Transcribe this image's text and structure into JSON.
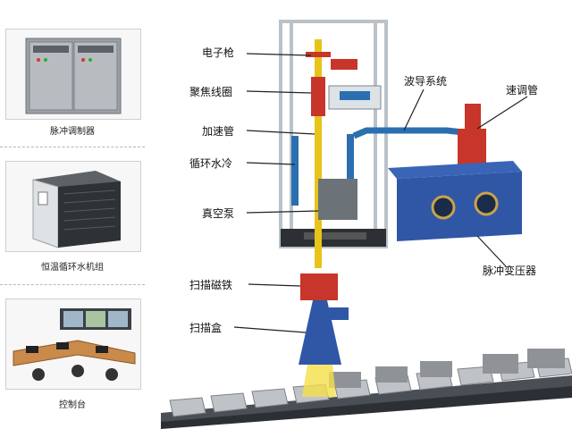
{
  "side_panels": [
    {
      "caption": "脉冲调制器"
    },
    {
      "caption": "恒温循环水机组"
    },
    {
      "caption": "控制台"
    }
  ],
  "callouts": {
    "electron_gun": "电子枪",
    "focus_coil": "聚焦线圈",
    "accelerator_tube": "加速管",
    "cooling_circulation": "循环水冷",
    "vacuum_pump": "真空泵",
    "scan_magnet": "扫描磁铁",
    "scan_box": "扫描盒",
    "waveguide_system": "波导系统",
    "klystron": "速调管",
    "pulse_transformer": "脉冲变压器"
  },
  "colors": {
    "cabinet_frame": "#b9c2c8",
    "accelerator": "#e8c31a",
    "red_parts": "#c8352a",
    "blue_parts": "#2b6fb0",
    "transformer_tank": "#2f57a6",
    "conveyor_box": "#a9abb0"
  }
}
